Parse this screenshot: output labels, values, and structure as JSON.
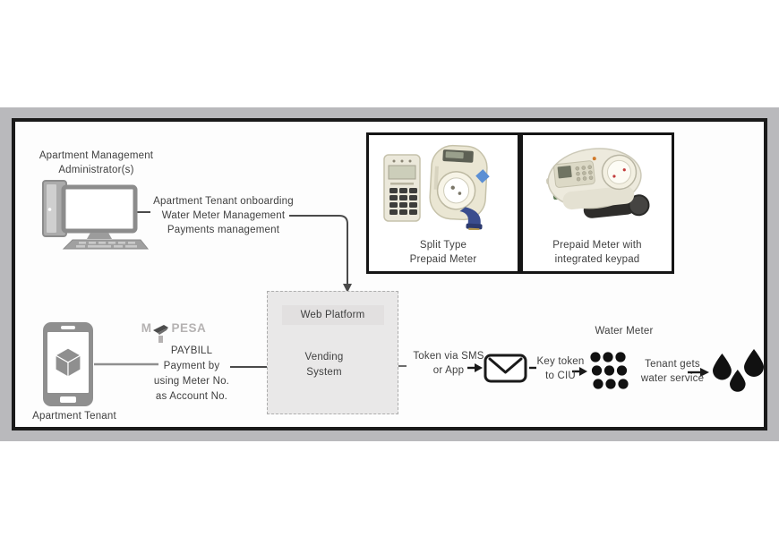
{
  "colors": {
    "band": "#b9b9bc",
    "diagram_border": "#1a1a1a",
    "web_box_fill": "#e9e8e8",
    "web_label_fill": "#e2e0e0",
    "ink": "#3f3f3f",
    "icon_black": "#141414",
    "meter_blue_pipe": "#3a4d8e",
    "gray_icon": "#8f8f8f"
  },
  "admin": {
    "lines": [
      "Apartment Management",
      "Administrator(s)"
    ]
  },
  "admin_tasks": {
    "lines": [
      "Apartment Tenant onboarding",
      "Water Meter Management",
      "Payments management"
    ]
  },
  "meters": {
    "split": {
      "caption": [
        "Split Type",
        "Prepaid Meter"
      ]
    },
    "integrated": {
      "caption": [
        "Prepaid Meter with",
        "integrated keypad"
      ]
    }
  },
  "web_platform": {
    "label": "Web Platform",
    "vending": [
      "Vending",
      "System"
    ]
  },
  "tenant": {
    "label": "Apartment Tenant",
    "mpesa_m": "M",
    "mpesa_pesa": "PESA",
    "paybill": [
      "PAYBILL",
      "Payment by",
      "using Meter No.",
      "as Account No."
    ]
  },
  "token_flow": {
    "token": [
      "Token via SMS",
      "or App"
    ],
    "key_token": [
      "Key token",
      "to CIU"
    ],
    "water_meter_label": "Water Meter",
    "tenant_gets": [
      "Tenant gets",
      "water service"
    ]
  }
}
